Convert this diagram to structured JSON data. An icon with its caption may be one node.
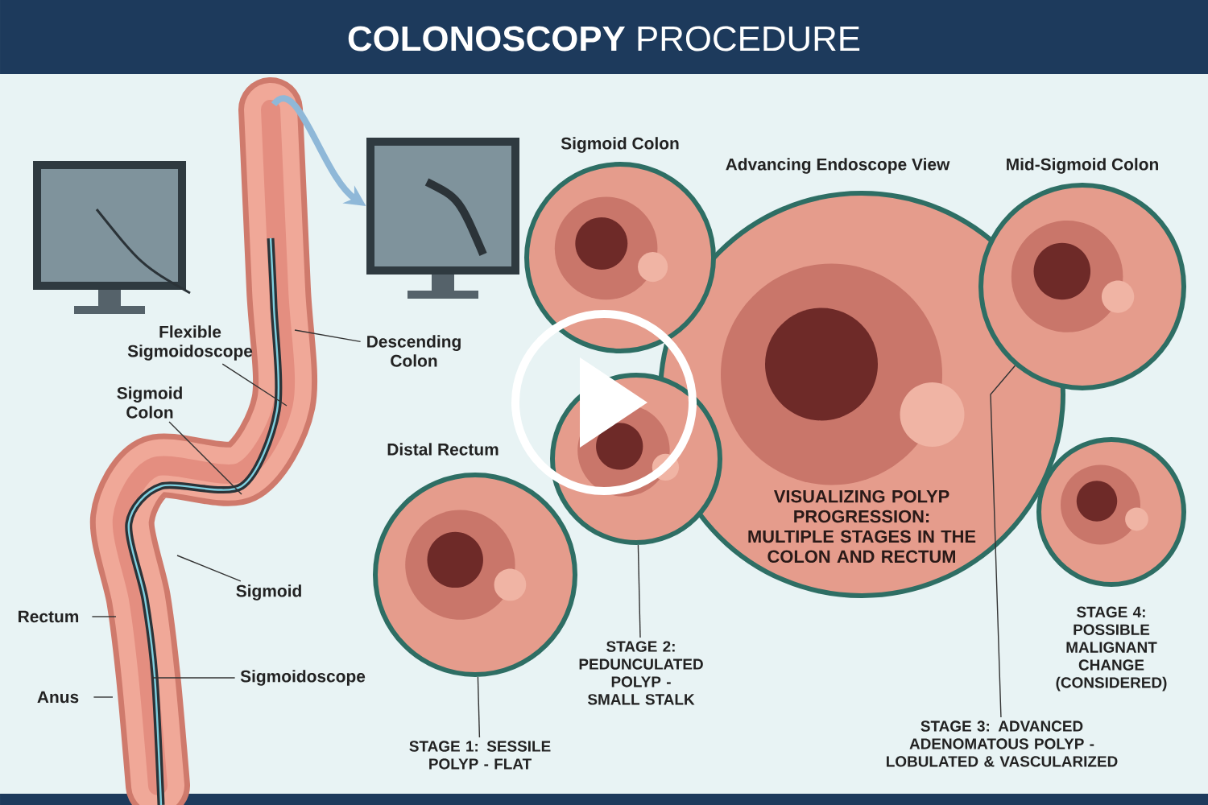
{
  "diagram": {
    "title": "**COLONOSCOPY** PROCEDURE",
    "nodes": [
      {
        "text": [],
        "shape": "picture"
      },
      {
        "text": [],
        "shape": "picture"
      },
      {
        "text": [],
        "shape": "picture"
      },
      {
        "text": [
          "Flexible Sigmoidoscope"
        ],
        "in": 2
      },
      {
        "text": [
          "Descending Colon"
        ]
      },
      {
        "text": [
          "Sigmoid Colon"
        ],
        "in": 2
      },
      {
        "text": [
          "Sigmoid"
        ],
        "in": 2
      },
      {
        "text": [
          "Rectum"
        ]
      },
      {
        "text": [
          "Sigmoidoscope"
        ]
      },
      {
        "text": [
          "Anus"
        ]
      },
      {
        "text": [
          "Distal Rectum"
        ]
      },
      {
        "text": [
          "Sigmoid Colon"
        ]
      },
      {
        "text": [],
        "shape": "circle"
      },
      {
        "text": [
          "Advancing Endoscope View",
          "VISUALIZING POLYP PROGRESSION: MULTIPLE STAGES IN THE COLON AND RECTUM"
        ]
      },
      {
        "text": [
          "Mid-Sigmoid Colon"
        ]
      },
      {
        "text": [],
        "shape": "circle"
      },
      {
        "text": [
          "STAGE 1: SESSILE POLYP - FLAT"
        ]
      },
      {
        "text": [
          "STAGE 2: PEDUNCULATED POLYP - SMALL STALK"
        ]
      },
      {
        "text": [
          "STAGE 3: ADVANCED ADENOMATOUS POLYP - LOBULATED & VASCULARIZED"
        ]
      }
    ],
    "edges": [
      {
        "from": 2,
        "to": 1,
        "arrow": "to",
        "style": "thick",
        "color": "#8fb8d8"
      },
      {
        "from": 3,
        "to": 2,
        "arrow": "none"
      },
      {
        "from": 4,
        "to": 2,
        "arrow": "none"
      },
      {
        "from": 5,
        "to": 2,
        "arrow": "none"
      },
      {
        "from": 6,
        "to": 2,
        "arrow": "none"
      },
      {
        "from": 7,
        "to": 2,
        "arrow": "none"
      },
      {
        "from": 8,
        "to": 2,
        "arrow": "none"
      },
      {
        "from": 9,
        "to": 2,
        "arrow": "none"
      },
      {
        "from": 16,
        "to": 10,
        "arrow": "none"
      },
      {
        "from": 17,
        "to": 12,
        "arrow": "none"
      },
      {
        "from": 18,
        "to": 14,
        "arrow": "none"
      }
    ],
    "labels": [
      "STAGE 4: POSSIBLE MALIGNANT CHANGE (CONSIDERED)"
    ]
  }
}
